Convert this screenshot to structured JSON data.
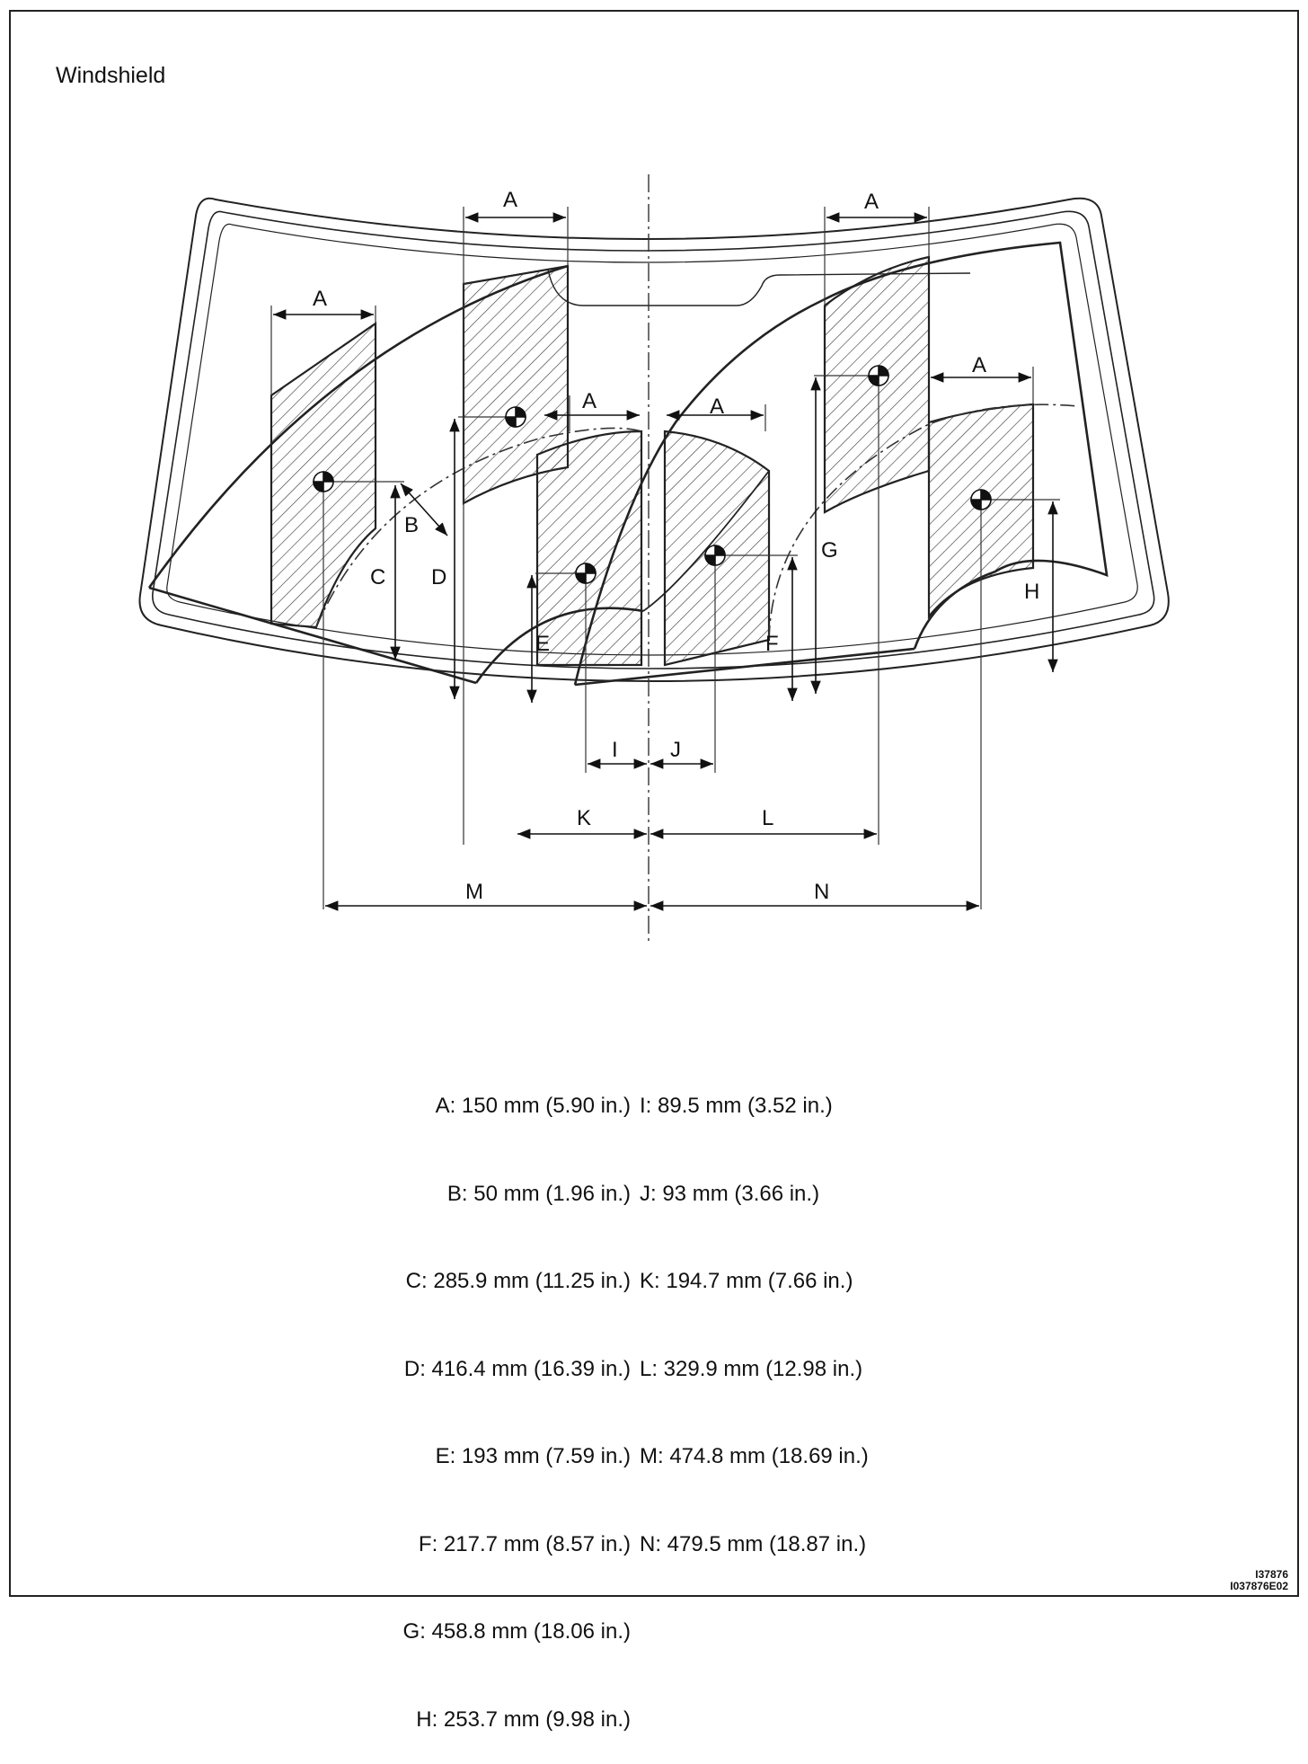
{
  "title": "Windshield",
  "labels": {
    "A": "A",
    "B": "B",
    "C": "C",
    "D": "D",
    "E": "E",
    "F": "F",
    "G": "G",
    "H": "H",
    "I": "I",
    "J": "J",
    "K": "K",
    "L": "L",
    "M": "M",
    "N": "N"
  },
  "legend_left": [
    "A: 150 mm (5.90 in.)",
    "B: 50 mm (1.96 in.)",
    "C: 285.9 mm (11.25 in.)",
    "D: 416.4 mm (16.39 in.)",
    "E: 193 mm (7.59 in.)",
    "F: 217.7 mm (8.57 in.)",
    "G: 458.8 mm (18.06 in.)",
    "H: 253.7 mm (9.98 in.)"
  ],
  "legend_right": [
    "I: 89.5 mm (3.52 in.)",
    "J: 93 mm (3.66 in.)",
    "K: 194.7 mm (7.66 in.)",
    "L: 329.9 mm (12.98 in.)",
    "M: 474.8 mm (18.69 in.)",
    "N: 479.5 mm (18.87 in.)"
  ],
  "figure_code": [
    "I37876",
    "I037876E02"
  ]
}
